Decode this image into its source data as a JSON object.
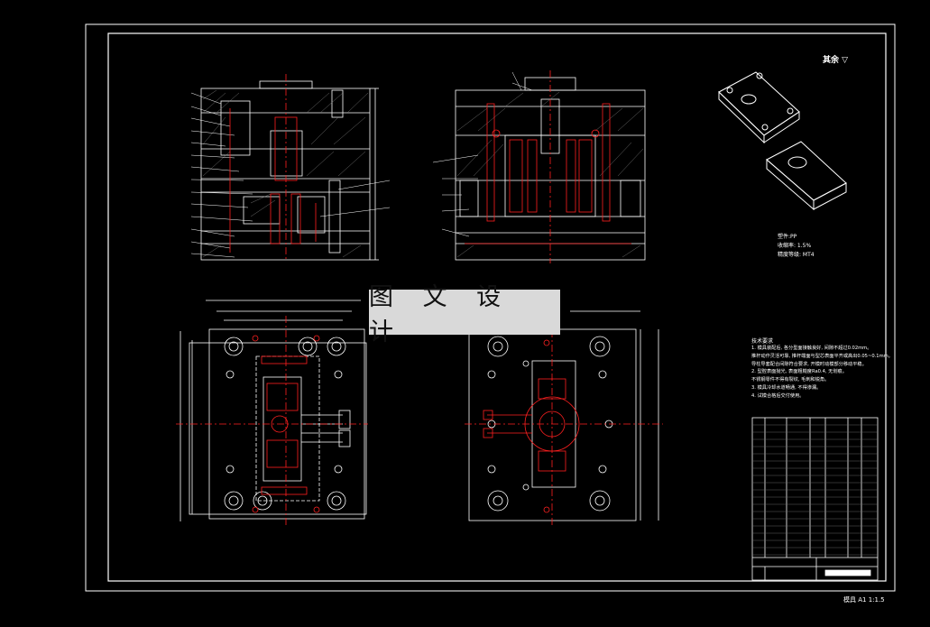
{
  "watermark": "图 文 设 计",
  "roughness_note": "其余 ▽",
  "material": [
    "塑件:PP",
    "收缩率: 1.5%",
    "精度等级: MT4"
  ],
  "notes_title": "技术要求",
  "notes": [
    "1. 模具装配后, 各分型面接触良好, 间隙不超过0.02mm。",
    "推杆动作灵活可靠, 推杆端面与型芯表面平齐或高出0.05~0.1mm。",
    "导柱导套配合间隙符合要求, 开模时动模部分移动平稳。",
    "2. 型腔表面抛光, 表面粗糙度Ra0.4, 无划痕。",
    "不锈钢零件不得有裂纹, 毛刺和锐角。",
    "3. 模具冷却水道畅通, 不得渗漏。",
    "4. 试模合格后交付使用。"
  ],
  "sheet_label": "模具 A1 1:1.5",
  "colors": {
    "background": "#000000",
    "line": "#ffffff",
    "centerline": "#ff2020"
  }
}
